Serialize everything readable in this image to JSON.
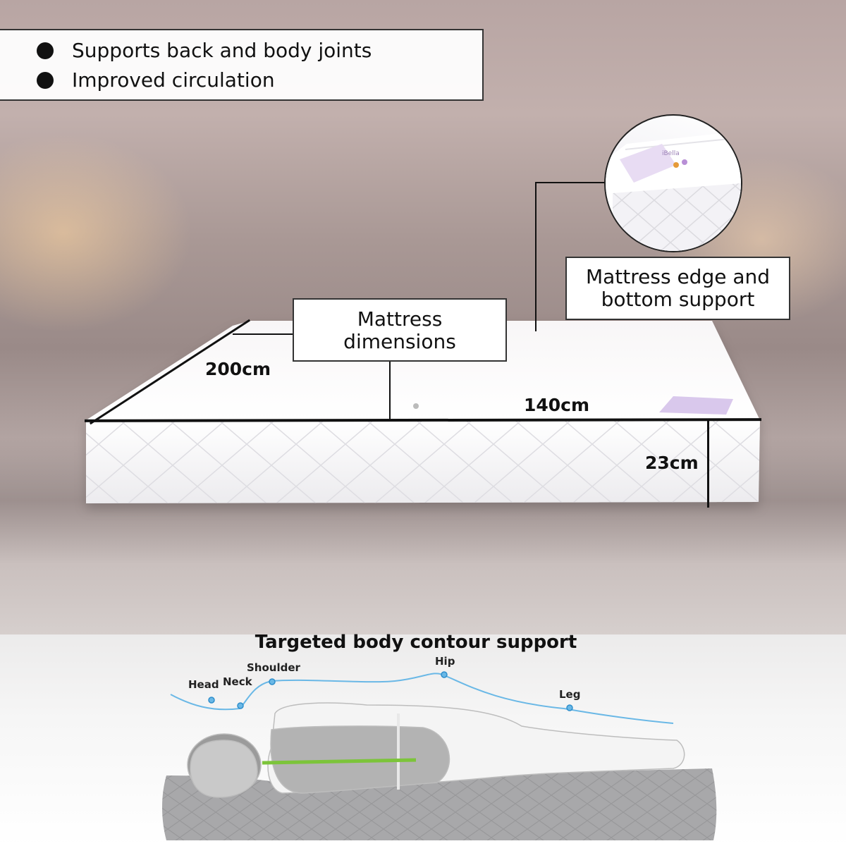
{
  "features": {
    "items": [
      "Supports back and body joints",
      "Improved circulation"
    ]
  },
  "dimensions": {
    "title_line1": "Mattress",
    "title_line2": "dimensions",
    "length": "200cm",
    "width": "140cm",
    "height": "23cm"
  },
  "edge_support": {
    "line1": "Mattress edge and",
    "line2": "bottom support",
    "zoom_brand": "iBella"
  },
  "contour": {
    "title": "Targeted body contour support",
    "labels": {
      "head": "Head",
      "neck": "Neck",
      "shoulder": "Shoulder",
      "hip": "Hip",
      "leg": "Leg"
    }
  },
  "colors": {
    "contour_line": "#6ab8e6",
    "contour_point": "#2f8fcc",
    "spine_line": "#7cc43a",
    "label_box_border": "#333333"
  }
}
